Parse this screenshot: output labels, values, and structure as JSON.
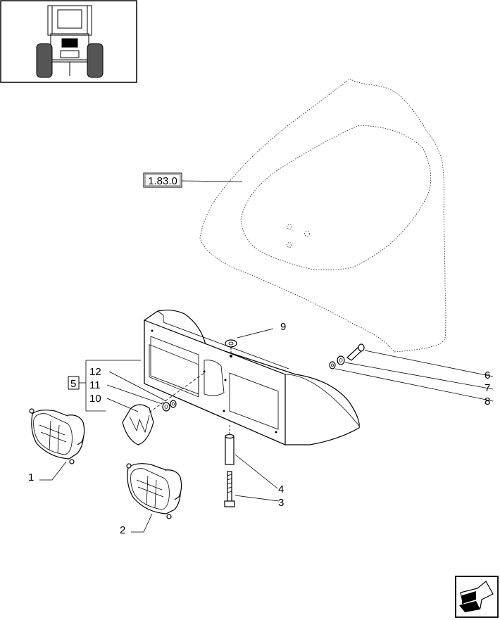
{
  "reference": {
    "label": "1.83.0"
  },
  "callouts": {
    "c1": "1",
    "c2": "2",
    "c3": "3",
    "c4": "4",
    "c5": "5",
    "c6": "6",
    "c7": "7",
    "c8": "8",
    "c9": "9",
    "c10": "10",
    "c11": "11",
    "c12": "12"
  },
  "icons": {
    "thumbnail": "tractor-front-view-icon",
    "nav": "next-page-arrow-icon"
  }
}
